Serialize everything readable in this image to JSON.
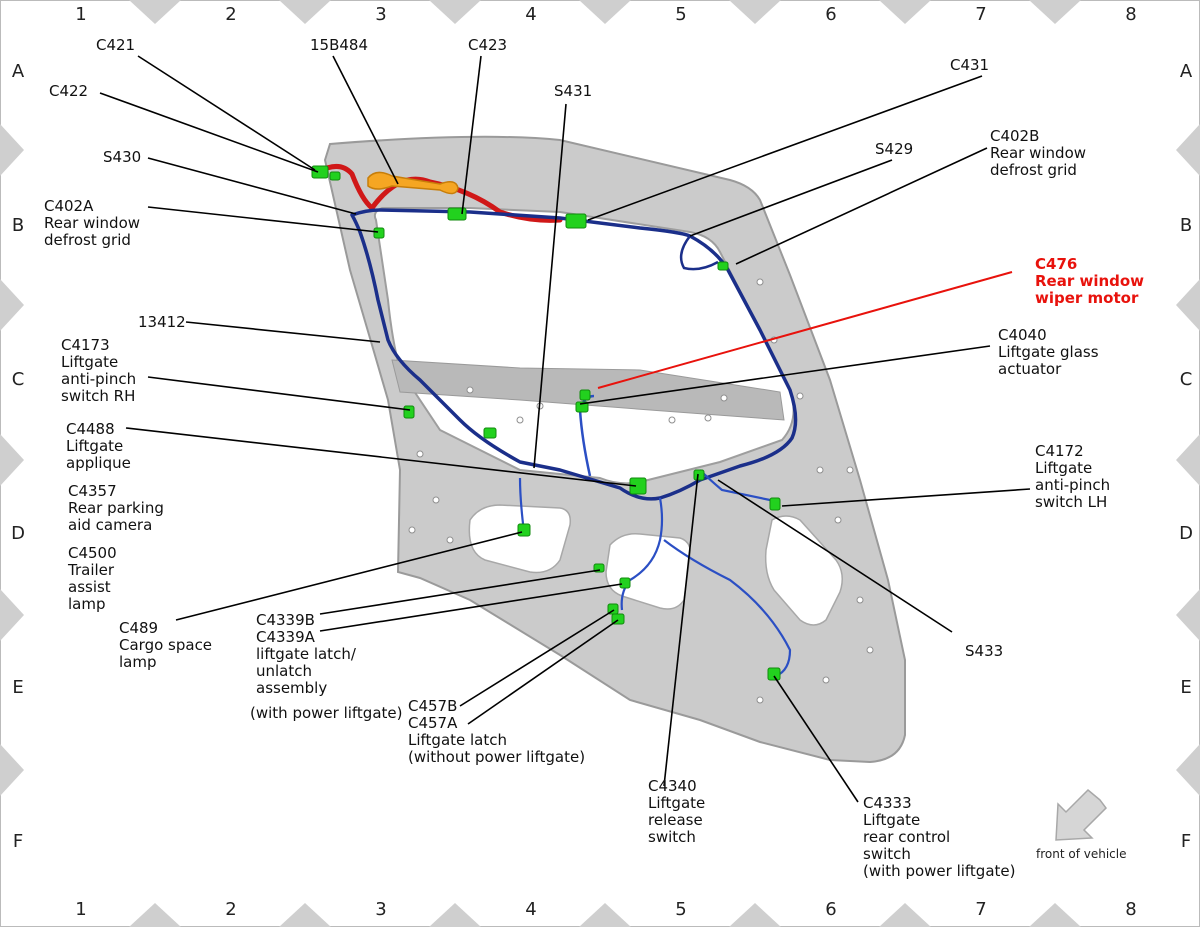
{
  "colors": {
    "panel_fill": "#c9c9c9",
    "panel_edge": "#9a9a9a",
    "harness_main": "#1b2f8a",
    "harness_branch": "#2b4fc4",
    "harness_red": "#d01818",
    "connector_green": "#22d11e",
    "connector_orange": "#f5a623",
    "leader_black": "#000000",
    "leader_red": "#e8120c",
    "border_triangle": "#cfcfcf",
    "arrow_fill": "#d6d6d6"
  },
  "grid": {
    "columns": [
      "1",
      "2",
      "3",
      "4",
      "5",
      "6",
      "7",
      "8"
    ],
    "rows": [
      "A",
      "B",
      "C",
      "D",
      "E",
      "F"
    ]
  },
  "callouts": [
    {
      "id": "c421",
      "lines": [
        "C421"
      ]
    },
    {
      "id": "c15b484",
      "lines": [
        "15B484"
      ]
    },
    {
      "id": "c423",
      "lines": [
        "C423"
      ]
    },
    {
      "id": "c422",
      "lines": [
        "C422"
      ]
    },
    {
      "id": "s431",
      "lines": [
        "S431"
      ]
    },
    {
      "id": "c431",
      "lines": [
        "C431"
      ]
    },
    {
      "id": "s430",
      "lines": [
        "S430"
      ]
    },
    {
      "id": "c402b",
      "lines": [
        "C402B",
        "Rear window",
        "defrost grid"
      ]
    },
    {
      "id": "s429",
      "lines": [
        "S429"
      ]
    },
    {
      "id": "c402a",
      "lines": [
        "C402A",
        "Rear window",
        "defrost grid"
      ]
    },
    {
      "id": "c476",
      "lines": [
        "C476",
        "Rear window",
        "wiper motor"
      ],
      "highlight": true
    },
    {
      "id": "w13412",
      "lines": [
        "13412"
      ]
    },
    {
      "id": "c4040",
      "lines": [
        "C4040",
        "Liftgate glass",
        "actuator"
      ]
    },
    {
      "id": "c4173",
      "lines": [
        "C4173",
        "Liftgate",
        "anti-pinch",
        "switch RH"
      ]
    },
    {
      "id": "c4488",
      "lines": [
        "C4488",
        "Liftgate",
        "applique"
      ]
    },
    {
      "id": "c4172",
      "lines": [
        "C4172",
        "Liftgate",
        "anti-pinch",
        "switch LH"
      ]
    },
    {
      "id": "c4357",
      "lines": [
        "C4357",
        "Rear parking",
        "aid camera"
      ]
    },
    {
      "id": "c4500",
      "lines": [
        "C4500",
        "Trailer",
        "assist",
        "lamp"
      ]
    },
    {
      "id": "c489",
      "lines": [
        "C489",
        "Cargo space",
        "lamp"
      ]
    },
    {
      "id": "c4339",
      "lines": [
        "C4339B",
        "C4339A",
        "liftgate latch/",
        "unlatch",
        "assembly"
      ]
    },
    {
      "id": "c4339note",
      "lines": [
        "(with power liftgate)"
      ]
    },
    {
      "id": "s433",
      "lines": [
        "S433"
      ]
    },
    {
      "id": "c457",
      "lines": [
        "C457B",
        "C457A",
        "Liftgate latch",
        "(without power liftgate)"
      ]
    },
    {
      "id": "c4340",
      "lines": [
        "C4340",
        "Liftgate",
        "release",
        "switch"
      ]
    },
    {
      "id": "c4333",
      "lines": [
        "C4333",
        "Liftgate",
        "rear control",
        "switch",
        "(with power liftgate)"
      ]
    }
  ],
  "orientation": {
    "label": "front of vehicle",
    "icon": "arrow-icon"
  }
}
